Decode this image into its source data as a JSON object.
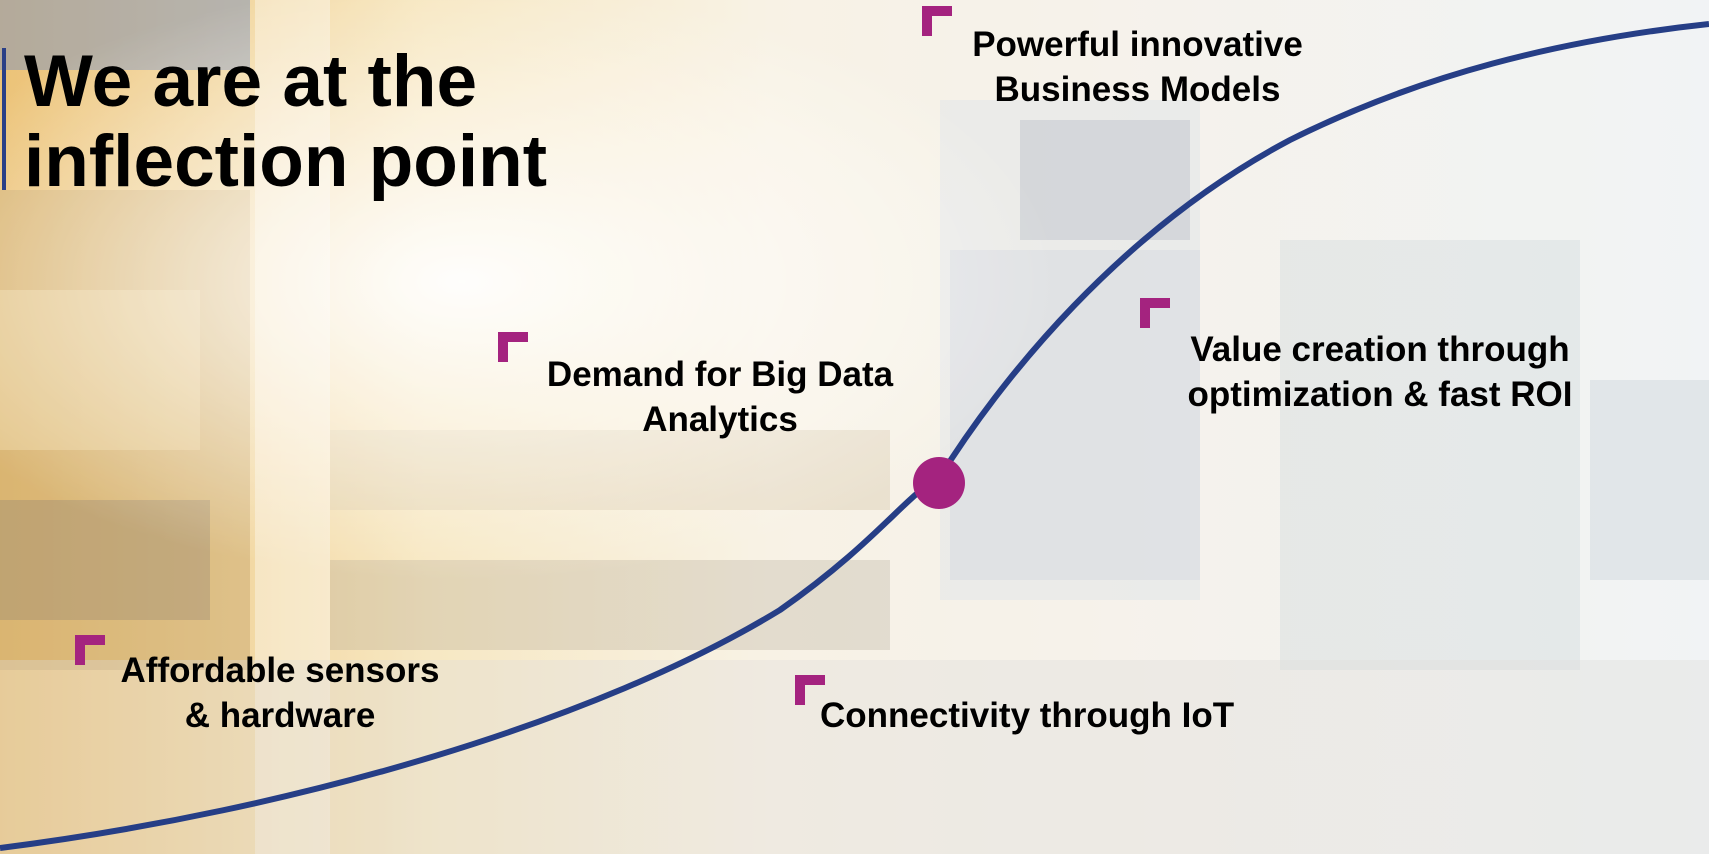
{
  "slide": {
    "title_lines": [
      "We are at the",
      "inflection point"
    ],
    "accent_color": "#a4237f",
    "curve_color": "#263e86",
    "inflection_dot": {
      "color": "#a4237f"
    }
  },
  "labels": [
    {
      "id": "affordable-sensors",
      "lines": [
        "Affordable sensors",
        "& hardware"
      ]
    },
    {
      "id": "demand-big-data",
      "lines": [
        "Demand for Big Data",
        "Analytics"
      ]
    },
    {
      "id": "connectivity-iot",
      "lines": [
        "Connectivity through IoT"
      ]
    },
    {
      "id": "powerful-business-models",
      "lines": [
        "Powerful innovative",
        "Business Models"
      ]
    },
    {
      "id": "value-creation",
      "lines": [
        "Value creation through",
        "optimization & fast ROI"
      ]
    }
  ]
}
